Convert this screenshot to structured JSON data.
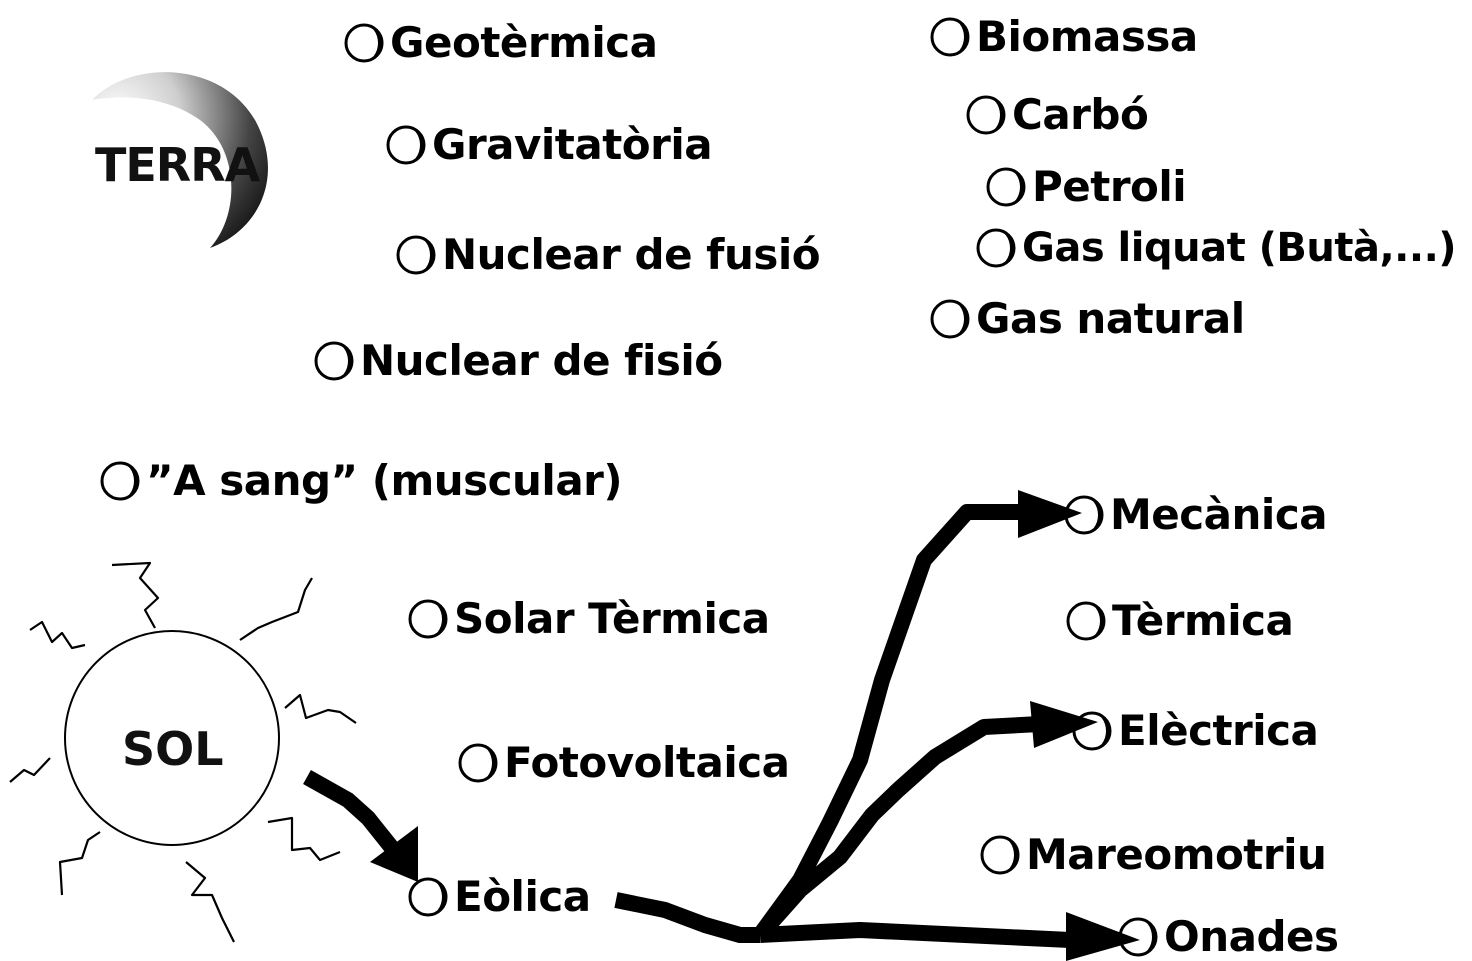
{
  "terra": {
    "label": "TERRA"
  },
  "sol": {
    "label": "SOL"
  },
  "sources_left": [
    {
      "id": "geotermica",
      "label": "Geotèrmica"
    },
    {
      "id": "gravitatoria",
      "label": "Gravitatòria"
    },
    {
      "id": "nuclear-fusio",
      "label": "Nuclear de fusió"
    },
    {
      "id": "nuclear-fisio",
      "label": "Nuclear de fisió"
    },
    {
      "id": "a-sang",
      "label": "”A sang” (muscular)"
    },
    {
      "id": "solar-termica",
      "label": "Solar Tèrmica"
    },
    {
      "id": "fotovoltaica",
      "label": "Fotovoltaica"
    },
    {
      "id": "eolica",
      "label": "Eòlica"
    }
  ],
  "sources_right": [
    {
      "id": "biomassa",
      "label": "Biomassa"
    },
    {
      "id": "carbo",
      "label": "Carbó"
    },
    {
      "id": "petroli",
      "label": "Petroli"
    },
    {
      "id": "gas-liquat",
      "label": "Gas liquat (Butà,...)"
    },
    {
      "id": "gas-natural",
      "label": "Gas natural"
    }
  ],
  "outputs": [
    {
      "id": "mecanica",
      "label": "Mecànica"
    },
    {
      "id": "termica",
      "label": "Tèrmica"
    },
    {
      "id": "electrica",
      "label": "Elèctrica"
    },
    {
      "id": "mareomotriu",
      "label": "Mareomotriu"
    },
    {
      "id": "onades",
      "label": "Onades"
    }
  ]
}
